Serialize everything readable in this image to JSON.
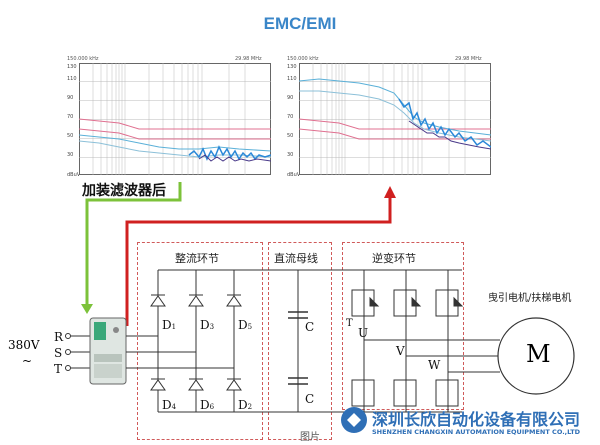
{
  "title": "EMC/EMI",
  "plots": [
    {
      "freq_start": "150.000 kHz",
      "freq_end": "29.98 MHz",
      "y_ticks": [
        "130",
        "110",
        "90",
        "70",
        "50",
        "30"
      ],
      "y_unit": "dBuV"
    },
    {
      "freq_start": "150.000 kHz",
      "freq_end": "29.98 MHz",
      "y_ticks": [
        "130",
        "110",
        "90",
        "70",
        "50",
        "30"
      ],
      "y_unit": "dBuV"
    }
  ],
  "filter_label": "加装滤波器后",
  "input_voltage": "380V",
  "input_tilde": "~",
  "phases_in": [
    "R",
    "S",
    "T"
  ],
  "sections": {
    "rectifier": "整流环节",
    "dc_bus": "直流母线",
    "inverter": "逆变环节"
  },
  "diodes": [
    {
      "letter": "D",
      "sub": "1"
    },
    {
      "letter": "D",
      "sub": "3"
    },
    {
      "letter": "D",
      "sub": "5"
    },
    {
      "letter": "D",
      "sub": "4"
    },
    {
      "letter": "D",
      "sub": "6"
    },
    {
      "letter": "D",
      "sub": "2"
    }
  ],
  "capacitors": [
    "C",
    "C"
  ],
  "inverter_labels": {
    "t1": "T",
    "u": "U",
    "v": "V",
    "w": "W"
  },
  "motor": {
    "label": "曳引电机/扶梯电机",
    "symbol": "M"
  },
  "brand": {
    "cn": "深圳长欣自动化设备有限公司",
    "en": "SHENZHEN CHANGXIN AUTOMATION EQUIPMENT CO.,LTD"
  },
  "caption": "图片"
}
